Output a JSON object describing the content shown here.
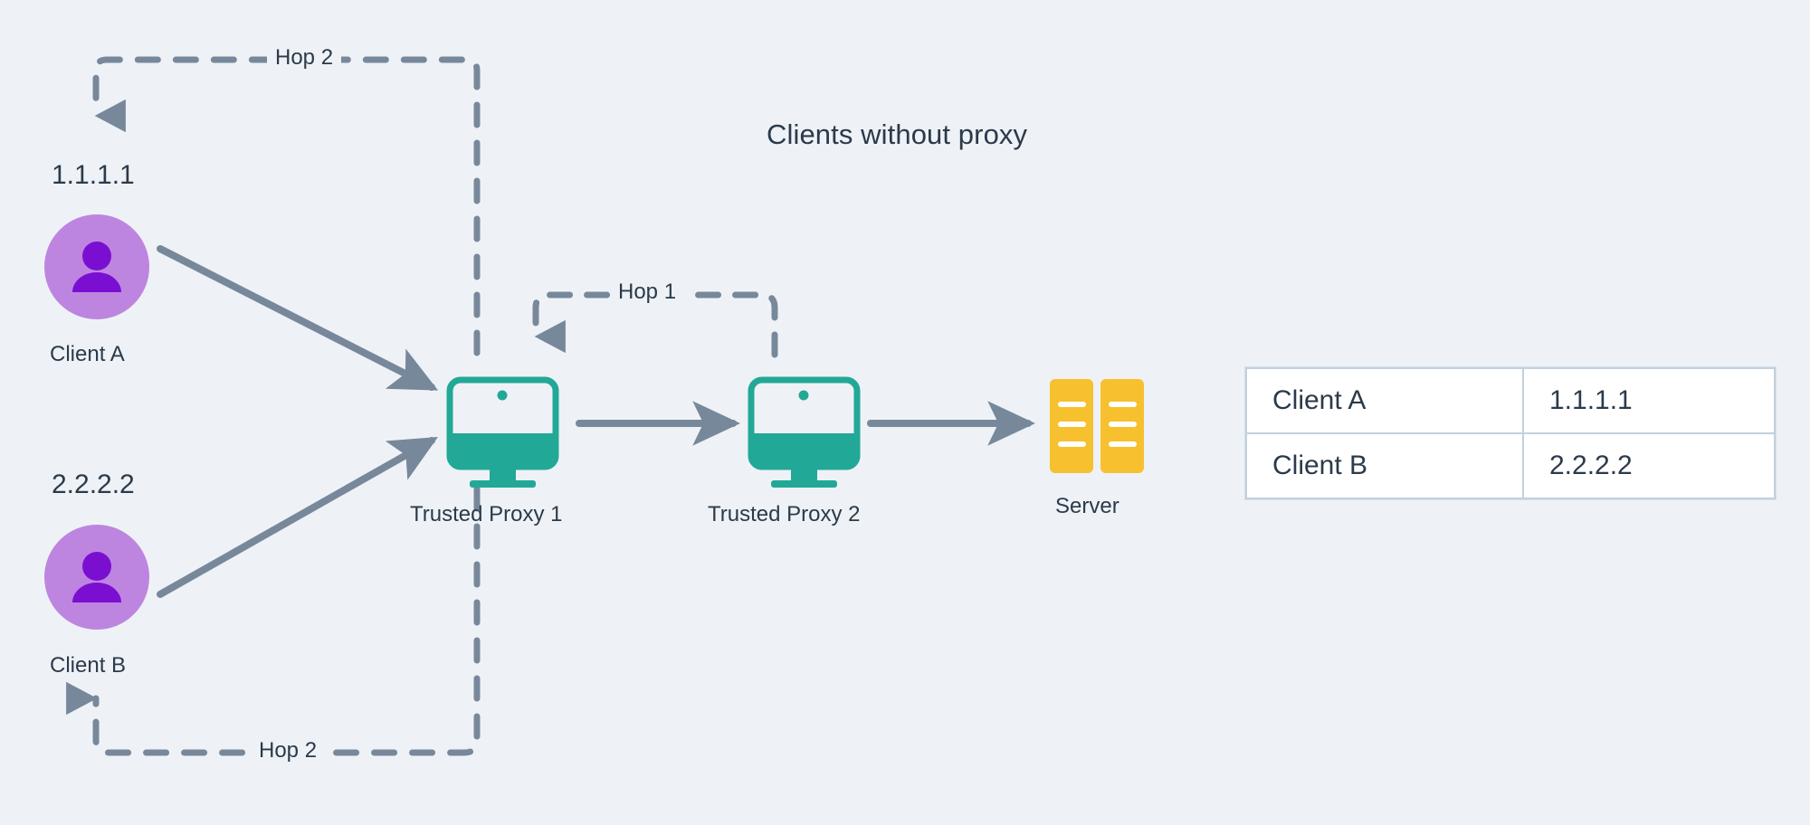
{
  "diagram": {
    "title": "Clients without proxy",
    "background_color": "#eef2f6",
    "accent_arrow_color": "#78889b",
    "proxy_color": "#22a897",
    "server_color": "#f7c02e",
    "avatar_bg_color": "#bd85e0",
    "avatar_fg_color": "#7a0fd1",
    "text_color": "#2b3a4a"
  },
  "clients": [
    {
      "ip": "1.1.1.1",
      "label": "Client A"
    },
    {
      "ip": "2.2.2.2",
      "label": "Client B"
    }
  ],
  "nodes": {
    "proxy1": "Trusted Proxy 1",
    "proxy2": "Trusted Proxy 2",
    "server": "Server"
  },
  "hops": {
    "hop1": "Hop 1",
    "hop2_top": "Hop 2",
    "hop2_bottom": "Hop 2"
  },
  "table": {
    "rows": [
      {
        "name": "Client A",
        "ip": "1.1.1.1"
      },
      {
        "name": "Client B",
        "ip": "2.2.2.2"
      }
    ]
  }
}
